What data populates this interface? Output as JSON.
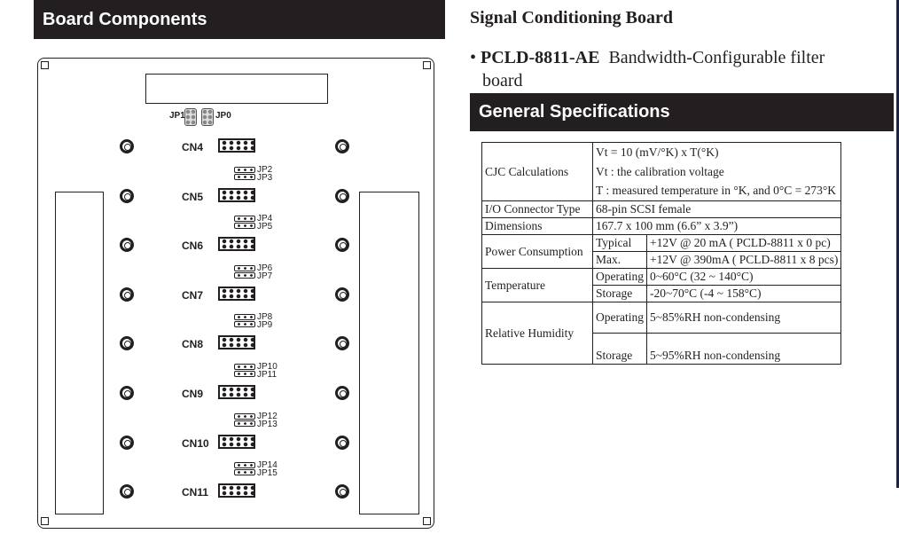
{
  "left": {
    "header": "Board Components",
    "board": {
      "jp_top": [
        "JP1",
        "JP0"
      ],
      "connectors": [
        {
          "cn": "CN4",
          "jp": null
        },
        {
          "cn": "CN5",
          "jp": [
            "JP2",
            "JP3"
          ]
        },
        {
          "cn": "CN6",
          "jp": [
            "JP4",
            "JP5"
          ]
        },
        {
          "cn": "CN7",
          "jp": [
            "JP6",
            "JP7"
          ]
        },
        {
          "cn": "CN8",
          "jp": [
            "JP8",
            "JP9"
          ]
        },
        {
          "cn": "CN9",
          "jp": [
            "JP10",
            "JP11"
          ]
        },
        {
          "cn": "CN10",
          "jp": [
            "JP12",
            "JP13"
          ]
        },
        {
          "cn": "CN11",
          "jp": [
            "JP14",
            "JP15"
          ]
        }
      ]
    }
  },
  "right": {
    "subtitle": "Signal Conditioning Board",
    "bullet_model": "PCLD-8811-AE",
    "bullet_text": "Bandwidth-Configurable filter board",
    "spec_header": "General Specifications",
    "specs": {
      "cjc": {
        "label": "CJC Calculations",
        "lines": [
          "Vt = 10 (mV/°K) x T(°K)",
          "Vt : the calibration voltage",
          "T  : measured temperature in °K, and 0°C = 273°K"
        ]
      },
      "io": {
        "label": "I/O Connector Type",
        "value": "68-pin SCSI female"
      },
      "dim": {
        "label": "Dimensions",
        "value": "167.7 x 100 mm (6.6” x 3.9”)"
      },
      "power": {
        "label": "Power Consumption",
        "rows": [
          [
            "Typical",
            "+12V @ 20 mA ( PCLD-8811 x 0 pc)"
          ],
          [
            "Max.",
            "+12V @ 390mA ( PCLD-8811 x 8 pcs)"
          ]
        ]
      },
      "temp": {
        "label": "Temperature",
        "rows": [
          [
            "Operating",
            "0~60°C (32 ~ 140°C)"
          ],
          [
            "Storage",
            "-20~70°C (-4 ~ 158°C)"
          ]
        ]
      },
      "hum": {
        "label": "Relative Humidity",
        "rows": [
          [
            "Operating",
            "5~85%RH non-condensing"
          ],
          [
            "Storage",
            "5~95%RH non-condensing"
          ]
        ]
      }
    }
  }
}
